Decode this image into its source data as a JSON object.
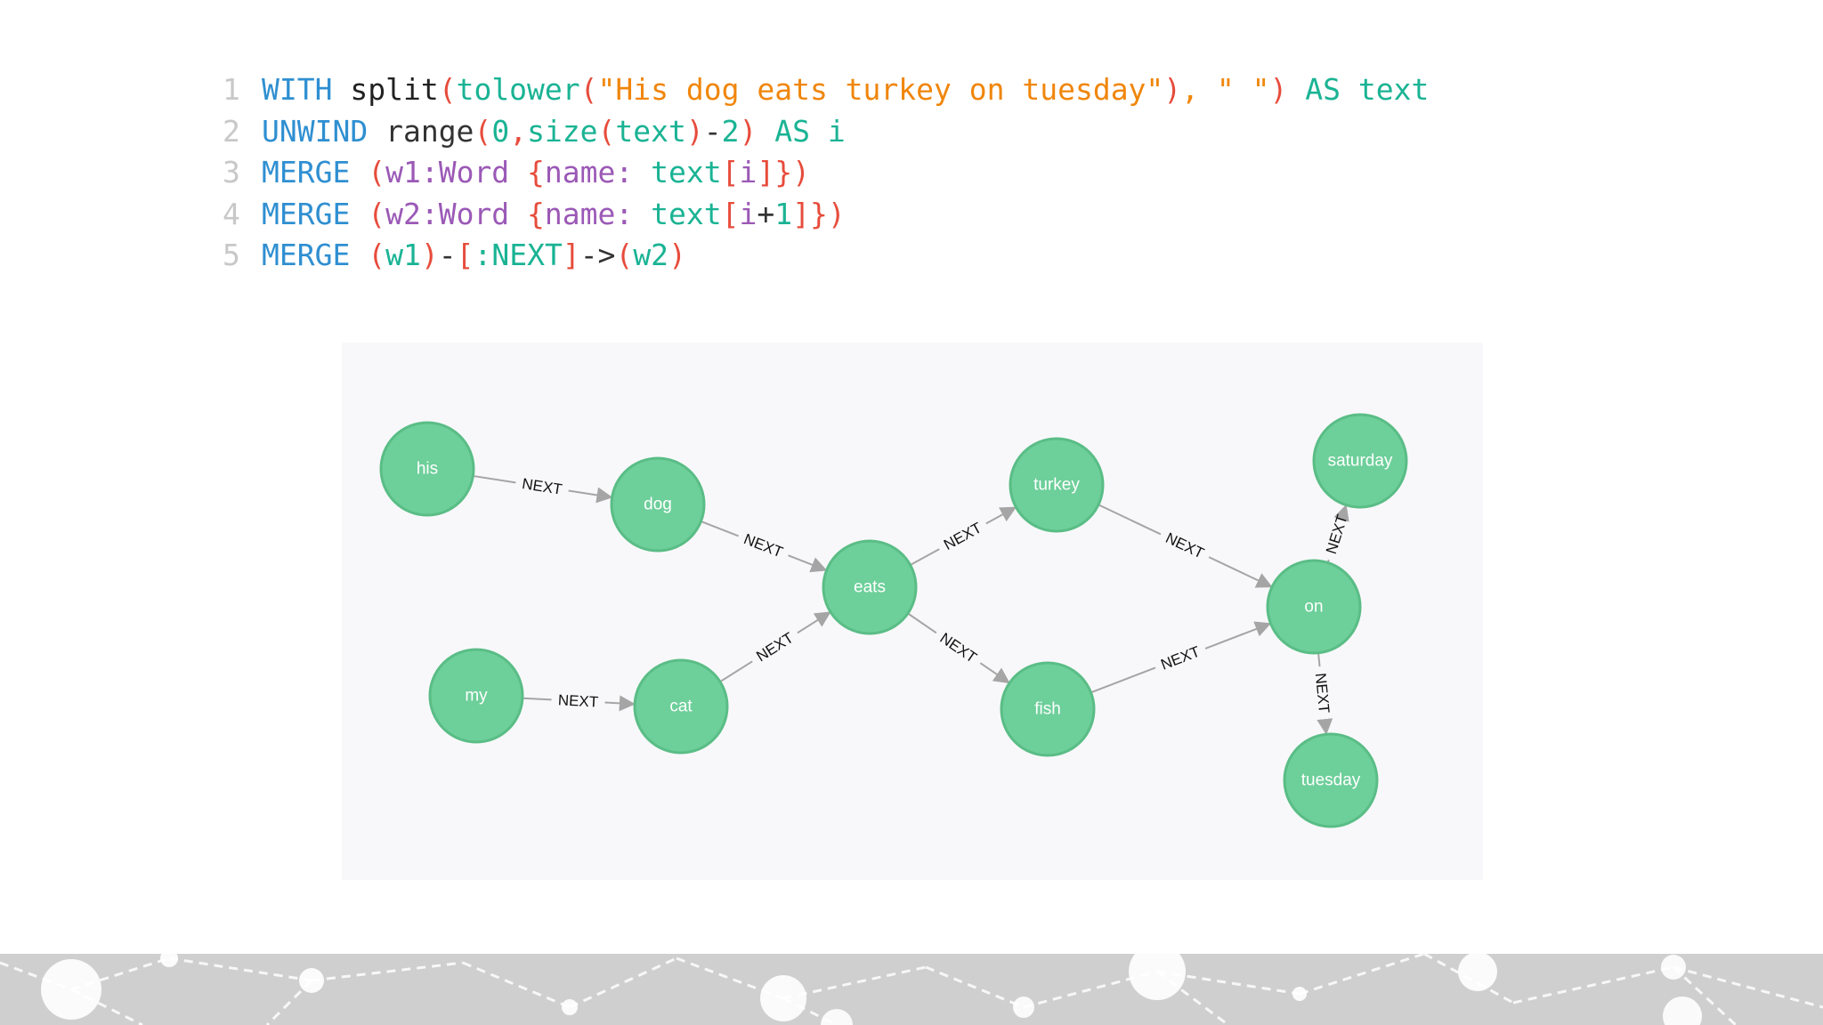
{
  "code": {
    "lines": [
      {
        "num": "1",
        "tokens": [
          {
            "t": "WITH",
            "c": "kw"
          },
          {
            "t": " ",
            "c": "fn"
          },
          {
            "t": "split",
            "c": "fn"
          },
          {
            "t": "(",
            "c": "par"
          },
          {
            "t": "tolower",
            "c": "fn2"
          },
          {
            "t": "(",
            "c": "par"
          },
          {
            "t": "\"His dog eats turkey on tuesday\"",
            "c": "str"
          },
          {
            "t": ")",
            "c": "par"
          },
          {
            "t": ", ",
            "c": "str"
          },
          {
            "t": "\" \"",
            "c": "str"
          },
          {
            "t": ")",
            "c": "par"
          },
          {
            "t": " AS text",
            "c": "plain"
          }
        ]
      },
      {
        "num": "2",
        "tokens": [
          {
            "t": "UNWIND",
            "c": "kw"
          },
          {
            "t": " range",
            "c": "dark"
          },
          {
            "t": "(",
            "c": "par"
          },
          {
            "t": "0",
            "c": "plain"
          },
          {
            "t": ",",
            "c": "par"
          },
          {
            "t": "size",
            "c": "plain"
          },
          {
            "t": "(",
            "c": "par"
          },
          {
            "t": "text",
            "c": "plain"
          },
          {
            "t": ")",
            "c": "par"
          },
          {
            "t": "-",
            "c": "dark"
          },
          {
            "t": "2",
            "c": "plain"
          },
          {
            "t": ")",
            "c": "par"
          },
          {
            "t": " AS i",
            "c": "plain"
          }
        ]
      },
      {
        "num": "3",
        "tokens": [
          {
            "t": "MERGE",
            "c": "kw"
          },
          {
            "t": " ",
            "c": "fn"
          },
          {
            "t": "(",
            "c": "par"
          },
          {
            "t": "w1:Word",
            "c": "var"
          },
          {
            "t": " ",
            "c": "fn"
          },
          {
            "t": "{",
            "c": "par"
          },
          {
            "t": "name:",
            "c": "var"
          },
          {
            "t": " text",
            "c": "plain"
          },
          {
            "t": "[",
            "c": "par"
          },
          {
            "t": "i",
            "c": "var"
          },
          {
            "t": "]",
            "c": "par"
          },
          {
            "t": "}",
            "c": "par"
          },
          {
            "t": ")",
            "c": "par"
          }
        ]
      },
      {
        "num": "4",
        "tokens": [
          {
            "t": "MERGE",
            "c": "kw"
          },
          {
            "t": " ",
            "c": "fn"
          },
          {
            "t": "(",
            "c": "par"
          },
          {
            "t": "w2:Word",
            "c": "var"
          },
          {
            "t": " ",
            "c": "fn"
          },
          {
            "t": "{",
            "c": "par"
          },
          {
            "t": "name:",
            "c": "var"
          },
          {
            "t": " text",
            "c": "plain"
          },
          {
            "t": "[",
            "c": "par"
          },
          {
            "t": "i",
            "c": "var"
          },
          {
            "t": "+",
            "c": "dark"
          },
          {
            "t": "1",
            "c": "plain"
          },
          {
            "t": "]",
            "c": "par"
          },
          {
            "t": "}",
            "c": "par"
          },
          {
            "t": ")",
            "c": "par"
          }
        ]
      },
      {
        "num": "5",
        "tokens": [
          {
            "t": "MERGE",
            "c": "kw"
          },
          {
            "t": " ",
            "c": "fn"
          },
          {
            "t": "(",
            "c": "par"
          },
          {
            "t": "w1",
            "c": "plain"
          },
          {
            "t": ")",
            "c": "par"
          },
          {
            "t": "-",
            "c": "dark"
          },
          {
            "t": "[",
            "c": "par"
          },
          {
            "t": ":NEXT",
            "c": "plain"
          },
          {
            "t": "]",
            "c": "par"
          },
          {
            "t": "->",
            "c": "dark"
          },
          {
            "t": "(",
            "c": "par"
          },
          {
            "t": "w2",
            "c": "plain"
          },
          {
            "t": ")",
            "c": "par"
          }
        ]
      }
    ]
  },
  "graph": {
    "node_color": "#6dcf9a",
    "node_border": "#5abd86",
    "edge_color": "#a5a5a5",
    "nodes": [
      {
        "id": "his",
        "label": "his"
      },
      {
        "id": "dog",
        "label": "dog"
      },
      {
        "id": "my",
        "label": "my"
      },
      {
        "id": "cat",
        "label": "cat"
      },
      {
        "id": "eats",
        "label": "eats"
      },
      {
        "id": "turkey",
        "label": "turkey"
      },
      {
        "id": "fish",
        "label": "fish"
      },
      {
        "id": "on",
        "label": "on"
      },
      {
        "id": "saturday",
        "label": "saturday"
      },
      {
        "id": "tuesday",
        "label": "tuesday"
      }
    ],
    "edges": [
      {
        "from": "his",
        "to": "dog",
        "label": "NEXT"
      },
      {
        "from": "dog",
        "to": "eats",
        "label": "NEXT"
      },
      {
        "from": "my",
        "to": "cat",
        "label": "NEXT"
      },
      {
        "from": "cat",
        "to": "eats",
        "label": "NEXT"
      },
      {
        "from": "eats",
        "to": "turkey",
        "label": "NEXT"
      },
      {
        "from": "eats",
        "to": "fish",
        "label": "NEXT"
      },
      {
        "from": "turkey",
        "to": "on",
        "label": "NEXT"
      },
      {
        "from": "fish",
        "to": "on",
        "label": "NEXT"
      },
      {
        "from": "on",
        "to": "saturday",
        "label": "NEXT"
      },
      {
        "from": "on",
        "to": "tuesday",
        "label": "NEXT"
      }
    ]
  }
}
